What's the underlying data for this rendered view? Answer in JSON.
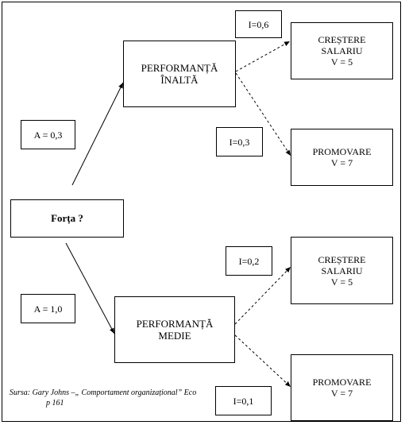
{
  "nodes": {
    "forta": "Forța  ?",
    "perf_inalta": "PERFORMANȚĂ\nÎNALTĂ",
    "perf_medie": "PERFORMANȚĂ\nMEDIE",
    "crestere_1": "CREȘTERE\nSALARIU\nV = 5",
    "promovare_1": "PROMOVARE\nV = 7",
    "crestere_2": "CREȘTERE\nSALARIU\nV = 5",
    "promovare_2": "PROMOVARE\nV = 7"
  },
  "labels": {
    "a_inalta": "A = 0,3",
    "a_medie": "A = 1,0",
    "i_1": "I=0,6",
    "i_2": "I=0,3",
    "i_3": "I=0,2",
    "i_4": "I=0,1"
  },
  "source": {
    "line1": "Sursa: Gary Johns –„ Comportament organizațional” Eco",
    "line2": "p 161"
  }
}
